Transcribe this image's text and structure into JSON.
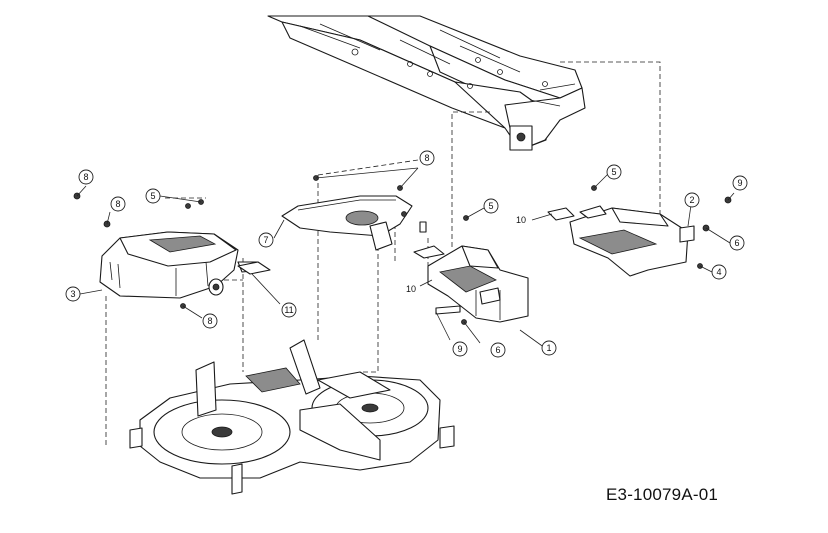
{
  "drawing": {
    "reference": "E3-10079A-01"
  },
  "callouts": {
    "c1": "1",
    "c2": "2",
    "c3": "3",
    "c4": "4",
    "c5a": "5",
    "c5b": "5",
    "c5c": "5",
    "c6a": "6",
    "c6b": "6",
    "c7": "7",
    "c8a": "8",
    "c8b": "8",
    "c8c": "8",
    "c8d": "8",
    "c9a": "9",
    "c9b": "9",
    "c10a": "10",
    "c10b": "10",
    "c11": "11"
  }
}
